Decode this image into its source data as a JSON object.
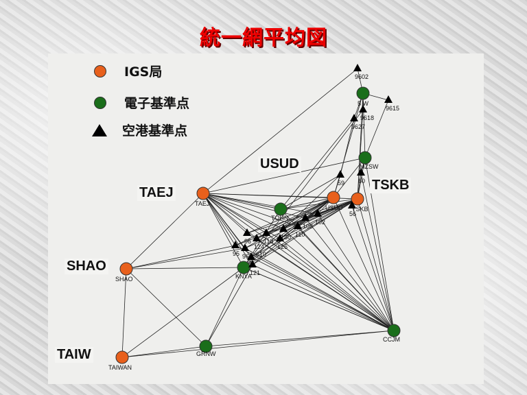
{
  "title": "統一網平均図",
  "legend": [
    {
      "label": "IGS局",
      "symbol": "orange-circle",
      "color": "#e8601c"
    },
    {
      "label": "電子基準点",
      "symbol": "green-circle",
      "color": "#1a6e1a"
    },
    {
      "label": "空港基準点",
      "symbol": "black-triangle",
      "color": "#000000"
    }
  ],
  "big_labels": {
    "usud": "USUD",
    "tskb": "TSKB",
    "taej": "TAEJ",
    "shao": "SHAO",
    "taiw": "TAIW"
  },
  "nodes": {
    "taej": "TAEJ",
    "usud": "USUD",
    "tskb": "TSKB",
    "shao": "SHAO",
    "taiwan": "TAIWAN",
    "sshw": "5  W",
    "mzsw": "MZSW",
    "tohn": "TOHN",
    "knya": "KNYA",
    "grnw": "GRNW",
    "ccjm": "CCJM",
    "t9602": "9602",
    "t9615": "9615",
    "t9618": "9618",
    "t9627": "9627",
    "t59": "59",
    "t60": "60",
    "t56": "56",
    "t102": "102",
    "t108": "108",
    "t110": "110",
    "t130": "130",
    "t118": "118",
    "t124": "124",
    "t96": "96",
    "t126": "126",
    "t610": "610",
    "t95": "95",
    "t96b": "96",
    "t121": "121"
  }
}
